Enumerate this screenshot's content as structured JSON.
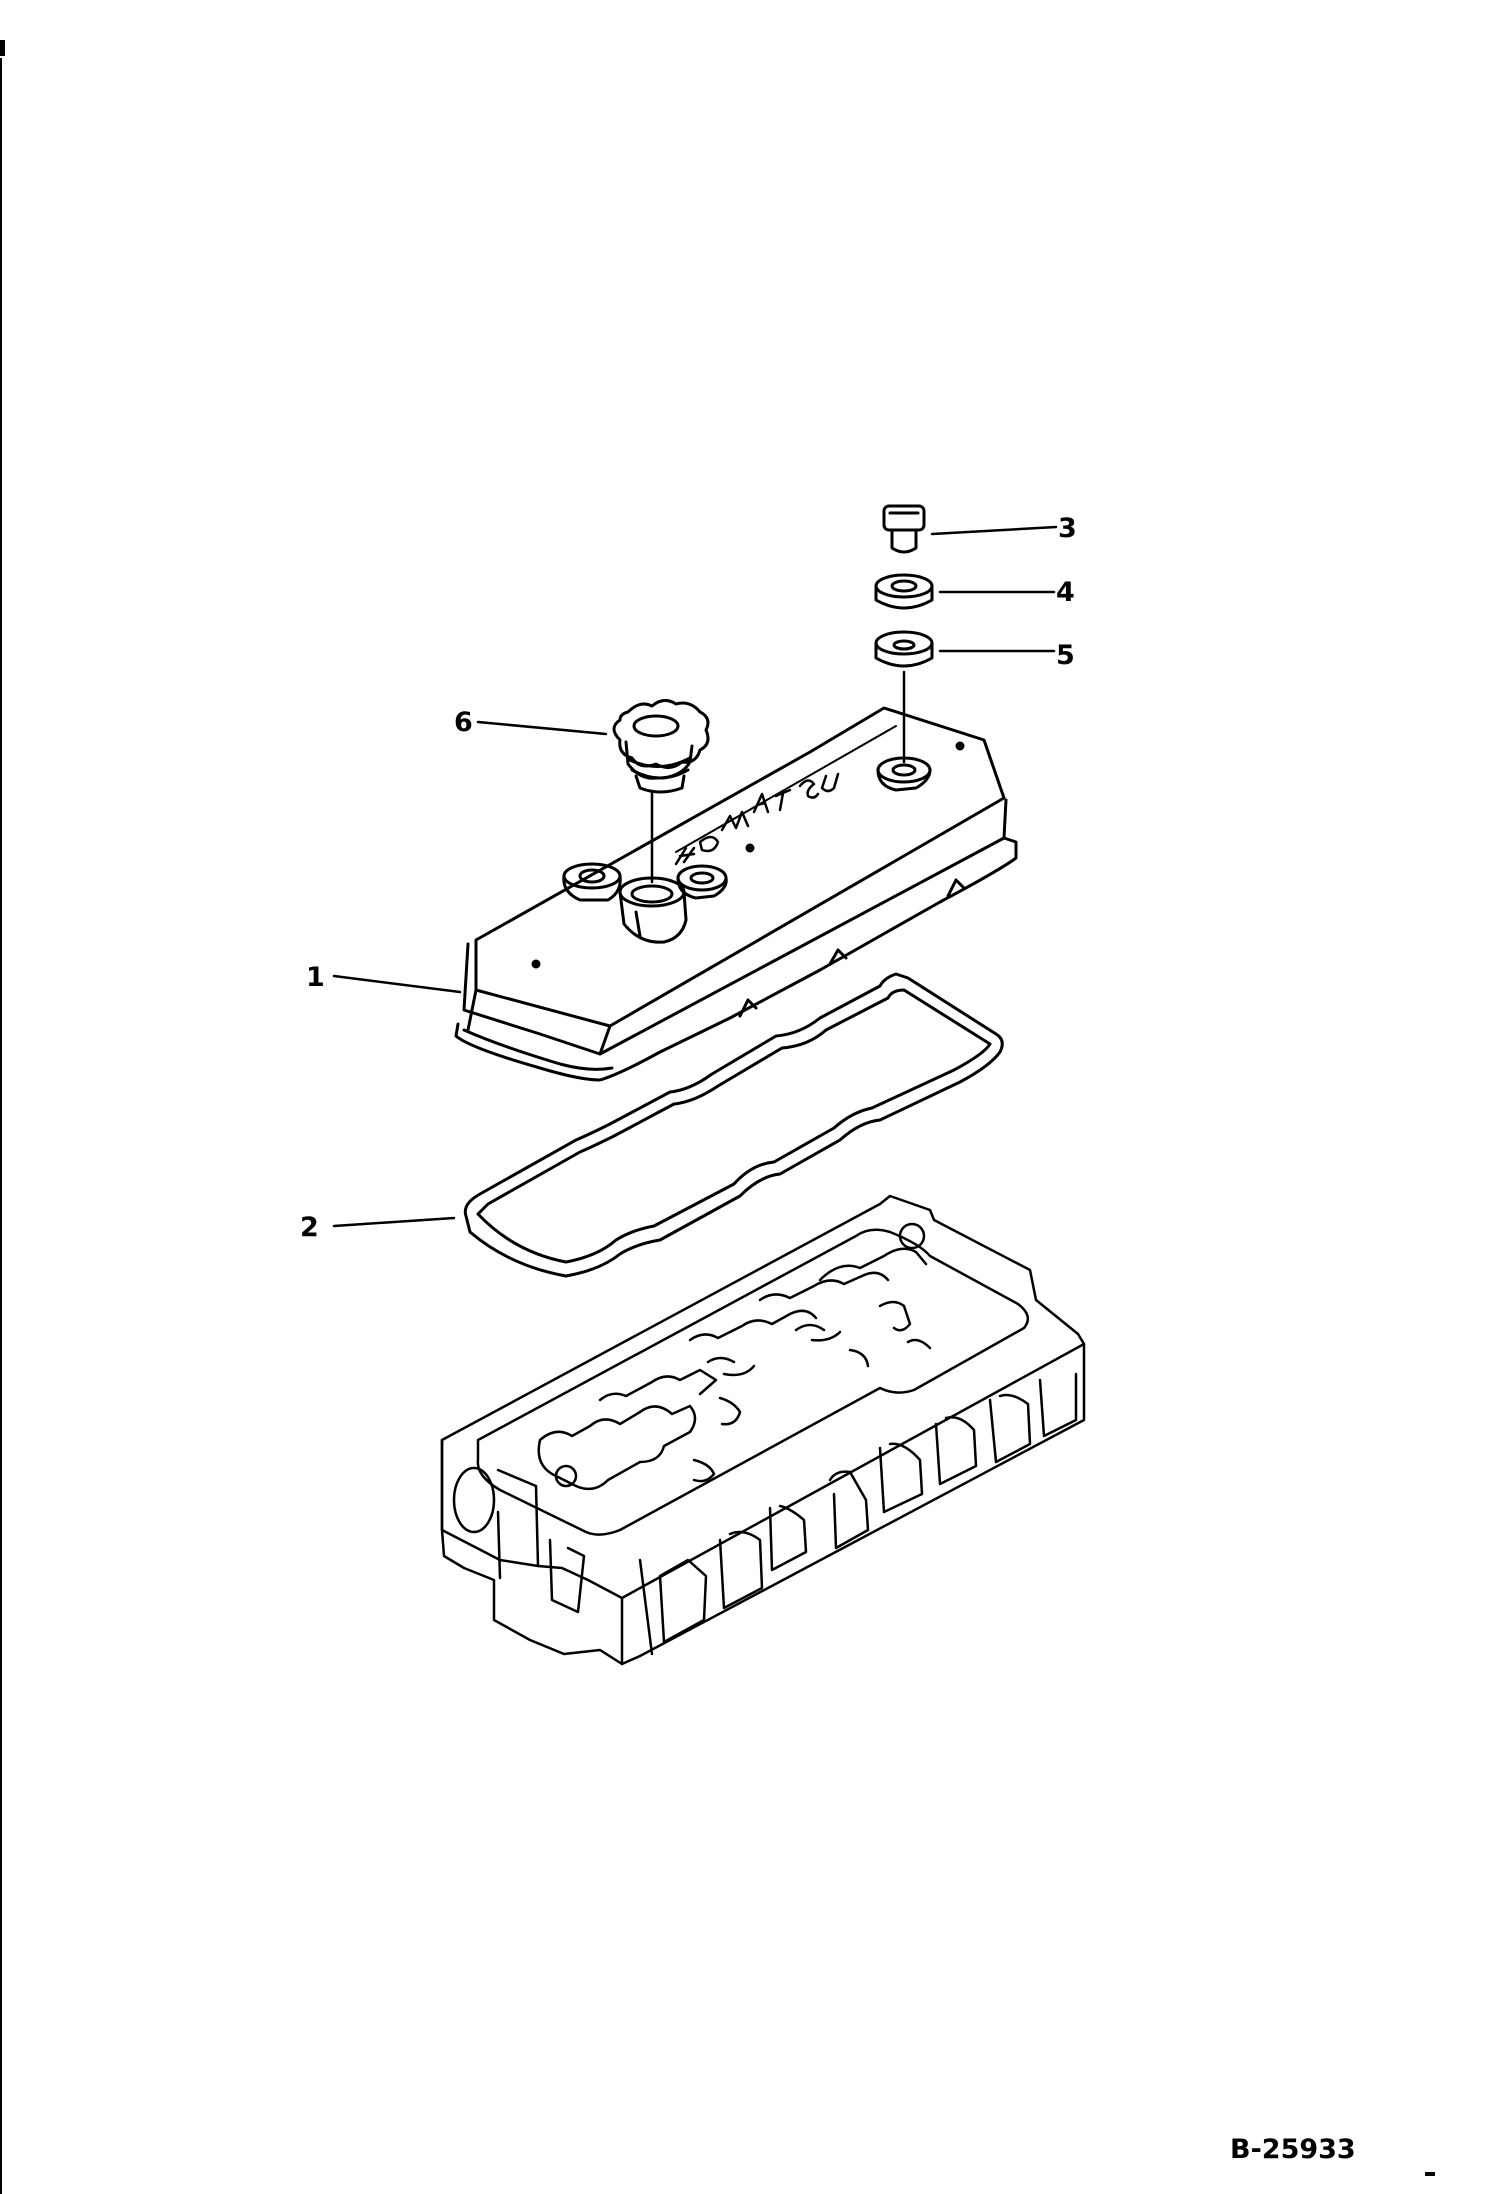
{
  "diagram": {
    "callouts": [
      {
        "id": "1",
        "part": "cylinder-head-cover"
      },
      {
        "id": "2",
        "part": "cover-gasket"
      },
      {
        "id": "3",
        "part": "bolt"
      },
      {
        "id": "4",
        "part": "washer"
      },
      {
        "id": "5",
        "part": "seal"
      },
      {
        "id": "6",
        "part": "oil-filler-cap"
      }
    ],
    "cover_lettering": "KOMATSU",
    "drawing_number": "B-25933"
  }
}
